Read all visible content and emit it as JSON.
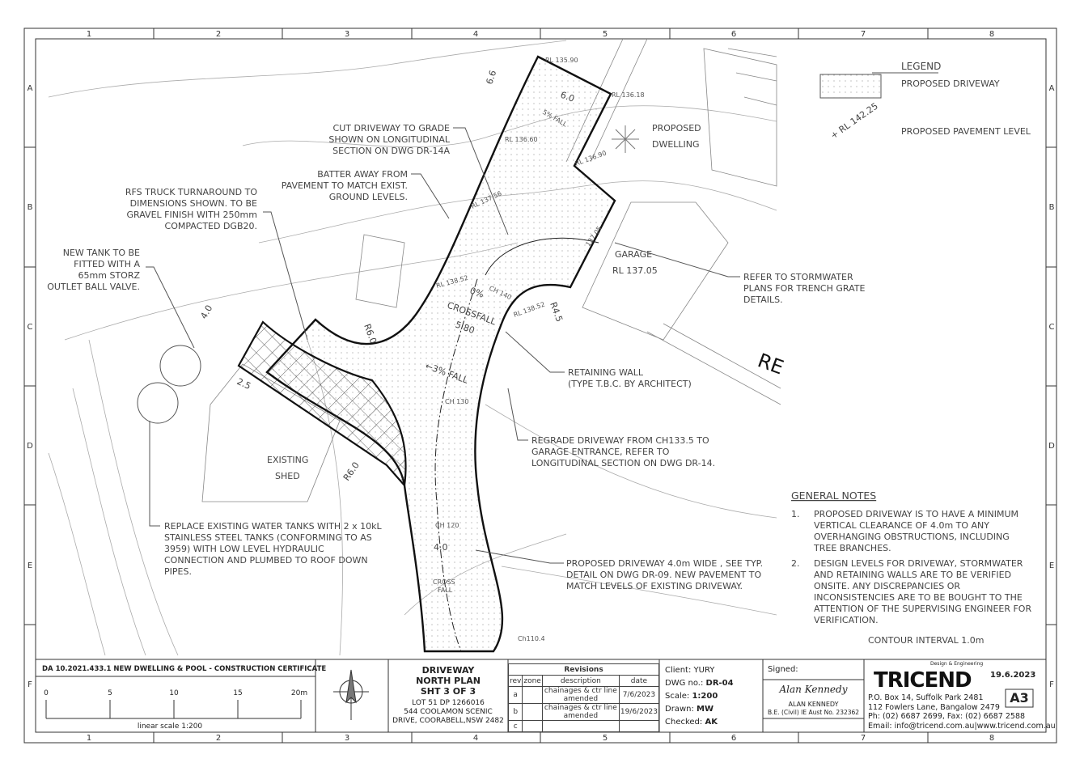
{
  "grid": {
    "columns": [
      "1",
      "2",
      "3",
      "4",
      "5",
      "6",
      "7",
      "8"
    ],
    "rows": [
      "A",
      "B",
      "C",
      "D",
      "E",
      "F"
    ]
  },
  "legend": {
    "title": "LEGEND",
    "items": [
      "PROPOSED DRIVEWAY",
      "PROPOSED PAVEMENT LEVEL"
    ],
    "rl_sample": "+ RL 142.25"
  },
  "drawing": {
    "levels": [
      "RL 135.90",
      "RL 136.18",
      "RL 136.60",
      "RL 136.90",
      "RL 137.56",
      "137.05",
      "RL 138.52",
      "RL 138.52"
    ],
    "dims": [
      "6.6",
      "6.0",
      "4.0",
      "2.5",
      "5.80",
      "4.0",
      "R6.0",
      "R6.0",
      "R4.5"
    ],
    "falls": [
      "5% FALL",
      "0%",
      "CROSSFALL",
      "←3% FALL",
      "CROSS",
      "FALL"
    ],
    "chainages": [
      "CH 140",
      "CH 130",
      "CH 120",
      "Ch110.4"
    ],
    "rooms": [
      "PROPOSED",
      "DWELLING",
      "GARAGE",
      "RL 137.05",
      "EXISTING",
      "SHED"
    ],
    "road_label": "RE",
    "notes": {
      "cut": [
        "CUT DRIVEWAY TO GRADE",
        "SHOWN ON LONGITUDINAL",
        "SECTION ON DWG DR-14A"
      ],
      "batter": [
        "BATTER AWAY FROM",
        "PAVEMENT TO MATCH EXIST.",
        "GROUND LEVELS."
      ],
      "rfs": [
        "RFS TRUCK TURNAROUND TO",
        "DIMENSIONS SHOWN. TO BE",
        "GRAVEL FINISH WITH 250mm",
        "COMPACTED DGB20."
      ],
      "tank": [
        "NEW TANK TO BE",
        "FITTED WITH A",
        "65mm STORZ",
        "OUTLET BALL VALVE."
      ],
      "stormwater": [
        "REFER TO STORMWATER",
        "PLANS FOR TRENCH GRATE",
        "DETAILS."
      ],
      "retaining": [
        "RETAINING WALL",
        "(TYPE T.B.C. BY ARCHITECT)"
      ],
      "regrade": [
        "REGRADE DRIVEWAY FROM CH133.5 TO",
        "GARAGE ENTRANCE, REFER TO",
        "LONGITUDINAL SECTION ON DWG DR-14."
      ],
      "replace": [
        "REPLACE EXISTING WATER TANKS WITH 2 x 10kL",
        "STAINLESS STEEL TANKS (CONFORMING TO AS",
        "3959) WITH LOW LEVEL HYDRAULIC",
        "CONNECTION AND PLUMBED TO ROOF DOWN",
        "PIPES."
      ],
      "proposed": [
        "PROPOSED DRIVEWAY 4.0m WIDE , SEE TYP.",
        "DETAIL ON DWG DR-09. NEW PAVEMENT TO",
        "MATCH LEVELS OF EXISTING DRIVEWAY."
      ]
    }
  },
  "general_notes": {
    "title": "GENERAL NOTES",
    "items": [
      {
        "num": "1.",
        "lines": [
          "PROPOSED DRIVEWAY IS TO HAVE A MINIMUM",
          "VERTICAL CLEARANCE OF 4.0m TO ANY",
          "OVERHANGING OBSTRUCTIONS, INCLUDING",
          "TREE BRANCHES."
        ]
      },
      {
        "num": "2.",
        "lines": [
          "DESIGN LEVELS FOR DRIVEWAY, STORMWATER",
          "AND RETAINING WALLS ARE TO BE VERIFIED",
          "ONSITE. ANY DISCREPANCIES OR",
          "INCONSISTENCIES ARE TO BE BOUGHT TO THE",
          "ATTENTION OF THE SUPERVISING ENGINEER FOR",
          "VERIFICATION."
        ]
      }
    ],
    "contour": "CONTOUR INTERVAL 1.0m"
  },
  "title_block": {
    "project": "DA 10.2021.433.1 NEW DWELLING & POOL - CONSTRUCTION CERTIFICATE",
    "scale_ticks": [
      "0",
      "5",
      "10",
      "15",
      "20m"
    ],
    "scale_caption": "linear scale 1:200",
    "title": [
      "DRIVEWAY",
      "NORTH PLAN",
      "SHT 3 OF 3"
    ],
    "address": [
      "LOT 51 DP 1266016",
      "544 COOLAMON SCENIC",
      "DRIVE, COORABELL,NSW 2482"
    ],
    "revisions": {
      "heading": "Revisions",
      "columns": [
        "rev",
        "zone",
        "description",
        "date"
      ],
      "rows": [
        {
          "rev": "a",
          "zone": "",
          "description": "chainages & ctr line amended",
          "date": "7/6/2023"
        },
        {
          "rev": "b",
          "zone": "",
          "description": "chainages & ctr line amended",
          "date": "19/6/2023"
        },
        {
          "rev": "c",
          "zone": "",
          "description": "",
          "date": ""
        }
      ]
    },
    "client_label": "Client:",
    "client": "YURY",
    "dwg_label": "DWG no.:",
    "dwg": "DR-04",
    "scale_label": "Scale:",
    "scale": "1:200",
    "drawn_label": "Drawn:",
    "drawn": "MW",
    "checked_label": "Checked:",
    "checked": "AK",
    "signed_label": "Signed:",
    "signature": "Alan Kennedy",
    "engineer": "ALAN KENNEDY",
    "engineer_cred": "B.E. (Civil) IE Aust No. 232362",
    "company": "TRICEND",
    "company_tag": "Design & Engineering",
    "date": "19.6.2023",
    "sheet_size": "A3",
    "contact": [
      "P.O. Box 14, Suffolk Park 2481",
      "112 Fowlers Lane, Bangalow 2479",
      "Ph: (02) 6687 2699, Fax: (02) 6687 2588",
      "Email: info@tricend.com.au|www.tricend.com.au"
    ]
  }
}
